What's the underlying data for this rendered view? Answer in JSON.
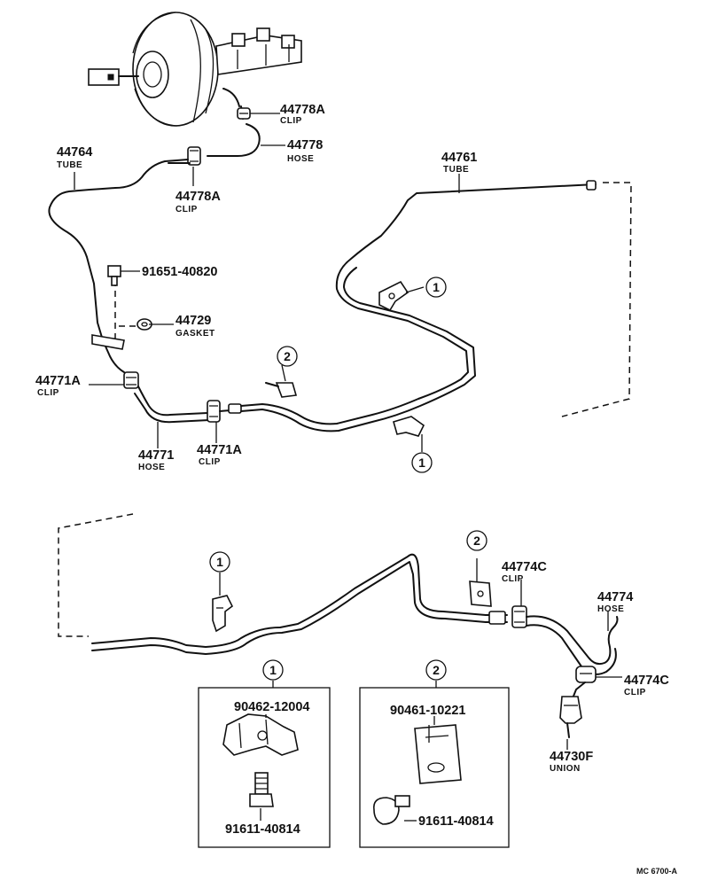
{
  "labels": {
    "l44778A_top": {
      "pn": "44778A",
      "name": "CLIP"
    },
    "l44778": {
      "pn": "44778",
      "name": "HOSE"
    },
    "l44764": {
      "pn": "44764",
      "name": "TUBE"
    },
    "l44778A_mid": {
      "pn": "44778A",
      "name": "CLIP"
    },
    "l44761": {
      "pn": "44761",
      "name": "TUBE"
    },
    "l91651": {
      "pn": "91651-40820"
    },
    "l44729": {
      "pn": "44729",
      "name": "GASKET"
    },
    "l44771A_left": {
      "pn": "44771A",
      "name": "CLIP"
    },
    "l44771": {
      "pn": "44771",
      "name": "HOSE"
    },
    "l44771A_right": {
      "pn": "44771A",
      "name": "CLIP"
    },
    "l44774C_top": {
      "pn": "44774C",
      "name": "CLIP"
    },
    "l44774": {
      "pn": "44774",
      "name": "HOSE"
    },
    "l44774C_bottom": {
      "pn": "44774C",
      "name": "CLIP"
    },
    "l44730F": {
      "pn": "44730F",
      "name": "UNION"
    }
  },
  "callouts": {
    "c1": "1",
    "c2": "2"
  },
  "detail_box_1": {
    "callout": "1",
    "clip_pn": "90462-12004",
    "bolt_pn": "91611-40814"
  },
  "detail_box_2": {
    "callout": "2",
    "clip_pn": "90461-10221",
    "bolt_pn": "91611-40814"
  },
  "footer": {
    "code": "MC  6700-A"
  }
}
